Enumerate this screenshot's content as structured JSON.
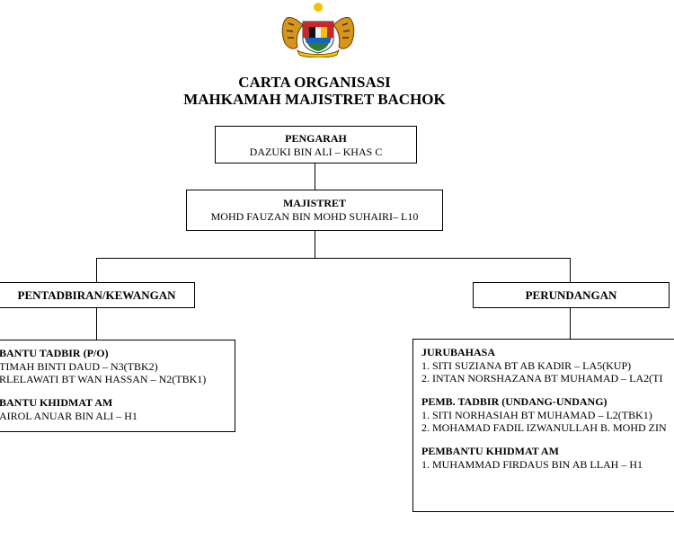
{
  "header": {
    "title_line1": "CARTA ORGANISASI",
    "title_line2": "MAHKAMAH MAJISTRET BACHOK"
  },
  "emblem": {
    "name": "Jata Negara Malaysia"
  },
  "director": {
    "role": "PENGARAH",
    "name": "DAZUKI BIN ALI – KHAS C"
  },
  "magistrate": {
    "role": "MAJISTRET",
    "name": "MOHD FAUZAN BIN MOHD SUHAIRI– L10"
  },
  "admin": {
    "heading": "PENTADBIRAN/KEWANGAN",
    "groups": [
      {
        "title": "BANTU TADBIR (P/O)",
        "items": [
          "TIMAH BINTI DAUD – N3(TBK2)",
          "RLELAWATI BT WAN HASSAN – N2(TBK1)"
        ]
      },
      {
        "title": "BANTU KHIDMAT AM",
        "items": [
          "AIROL ANUAR BIN ALI – H1"
        ]
      }
    ]
  },
  "legal": {
    "heading": "PERUNDANGAN",
    "groups": [
      {
        "title": "JURUBAHASA",
        "items": [
          "1. SITI SUZIANA BT AB KADIR  – LA5(KUP)",
          "2. INTAN NORSHAZANA BT MUHAMAD – LA2(TI"
        ]
      },
      {
        "title": "PEMB. TADBIR (UNDANG-UNDANG)",
        "items": [
          "1. SITI NORHASIAH BT MUHAMAD – L2(TBK1)",
          "2. MOHAMAD FADIL IZWANULLAH B. MOHD ZIN"
        ]
      },
      {
        "title": "PEMBANTU KHIDMAT AM",
        "items": [
          "1. MUHAMMAD FIRDAUS BIN AB LLAH – H1"
        ]
      }
    ]
  }
}
